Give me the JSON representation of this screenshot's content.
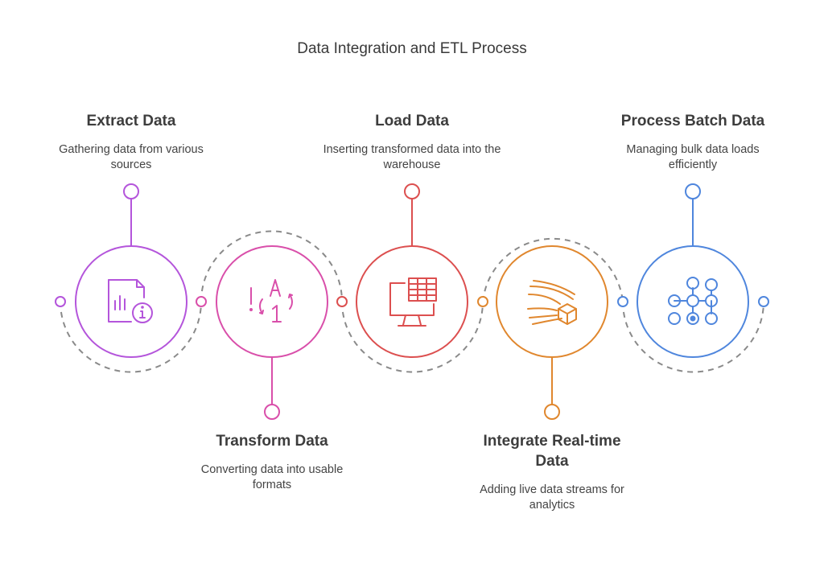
{
  "title": "Data Integration and ETL Process",
  "colors": {
    "extract": "#b455db",
    "transform": "#d94faa",
    "load": "#dc4f4f",
    "realtime": "#e0872e",
    "batch": "#4f86dd",
    "connector": "#8a8a8a"
  },
  "steps": [
    {
      "heading": "Extract Data",
      "description": "Gathering data from various sources",
      "icon": "file-chart-info-icon"
    },
    {
      "heading": "Transform Data",
      "description": "Converting data into usable formats",
      "icon": "transform-symbols-icon"
    },
    {
      "heading": "Load Data",
      "description": "Inserting transformed data into the warehouse",
      "icon": "monitor-table-icon"
    },
    {
      "heading": "Integrate Real-time Data",
      "description": "Adding live data streams for analytics",
      "icon": "streams-cube-icon"
    },
    {
      "heading": "Process Batch Data",
      "description": "Managing bulk data loads efficiently",
      "icon": "network-nodes-icon"
    }
  ]
}
